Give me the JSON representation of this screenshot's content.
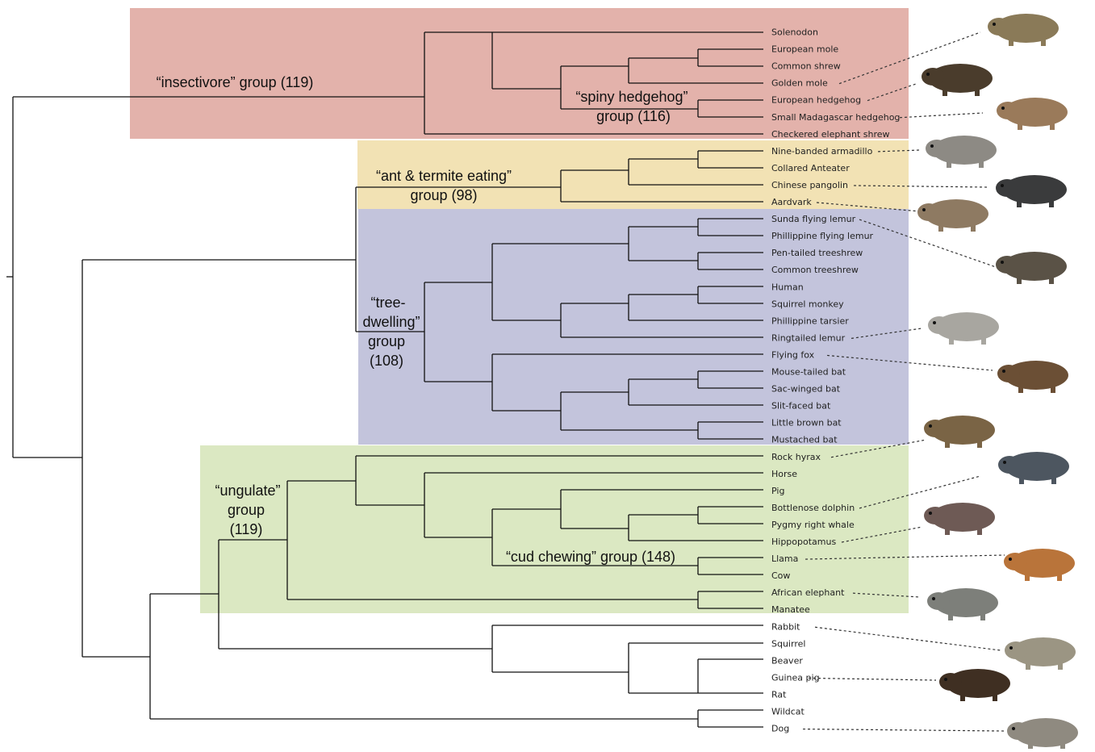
{
  "groups": [
    {
      "id": "insectivore",
      "color": "#e3b2ab",
      "label_lines": [
        "“insectivore” group (119)"
      ]
    },
    {
      "id": "ant_termite",
      "color": "#f2e2b4",
      "label_lines": [
        "“ant & termite eating”",
        "group (98)"
      ]
    },
    {
      "id": "tree",
      "color": "#c3c4dc",
      "label_lines": [
        "“tree-",
        "dwelling”",
        "group",
        "(108)"
      ]
    },
    {
      "id": "ungulate",
      "color": "#dbe8c2",
      "label_lines": [
        "“ungulate”",
        "group",
        "(119)"
      ]
    }
  ],
  "sublabels": [
    {
      "id": "spiny",
      "label_lines": [
        "“spiny hedgehog”",
        "group (116)"
      ]
    },
    {
      "id": "cud",
      "label_lines": [
        "“cud chewing” group (148)"
      ]
    }
  ],
  "taxa": [
    "Solenodon",
    "European mole",
    "Common shrew",
    "Golden mole",
    "European hedgehog",
    "Small Madagascar hedgehog",
    "Checkered elephant shrew",
    "Nine-banded armadillo",
    "Collared Anteater",
    "Chinese pangolin",
    "Aardvark",
    "Sunda flying lemur",
    "Phillippine flying lemur",
    "Pen-tailed treeshrew",
    "Common treeshrew",
    "Human",
    "Squirrel monkey",
    "Phillippine tarsier",
    "Ringtailed lemur",
    "Flying fox",
    "Mouse-tailed bat",
    "Sac-winged bat",
    "Slit-faced bat",
    "Little brown bat",
    "Mustached bat",
    "Rock hyrax",
    "Horse",
    "Pig",
    "Bottlenose dolphin",
    "Pygmy right whale",
    "Hippopotamus",
    "Llama",
    "Cow",
    "African elephant",
    "Manatee",
    "Rabbit",
    "Squirrel",
    "Beaver",
    "Guinea pig",
    "Rat",
    "Wildcat",
    "Dog"
  ],
  "illustrations": [
    {
      "taxon": "Golden mole",
      "icon": "golden-mole-icon",
      "color": "#8a7a58"
    },
    {
      "taxon": "European hedgehog",
      "icon": "hedgehog-icon",
      "color": "#4a3c2c"
    },
    {
      "taxon": "Small Madagascar hedgehog",
      "icon": "tenrec-icon",
      "color": "#9a7a5a"
    },
    {
      "taxon": "Nine-banded armadillo",
      "icon": "armadillo-icon",
      "color": "#8d8a84"
    },
    {
      "taxon": "Chinese pangolin",
      "icon": "pangolin-icon",
      "color": "#3a3b3c"
    },
    {
      "taxon": "Aardvark",
      "icon": "aardvark-icon",
      "color": "#8e7a62"
    },
    {
      "taxon": "Sunda flying lemur",
      "icon": "flying-lemur-icon",
      "color": "#5a5246"
    },
    {
      "taxon": "Ringtailed lemur",
      "icon": "ringtailed-lemur-icon",
      "color": "#a8a6a0"
    },
    {
      "taxon": "Flying fox",
      "icon": "flying-fox-icon",
      "color": "#6b4f35"
    },
    {
      "taxon": "Rock hyrax",
      "icon": "rock-hyrax-icon",
      "color": "#7a6445"
    },
    {
      "taxon": "Bottlenose dolphin",
      "icon": "whale-icon",
      "color": "#4d5660"
    },
    {
      "taxon": "Hippopotamus",
      "icon": "hippopotamus-icon",
      "color": "#6e5a55"
    },
    {
      "taxon": "Llama",
      "icon": "llama-icon",
      "color": "#b9743a"
    },
    {
      "taxon": "African elephant",
      "icon": "elephant-icon",
      "color": "#7d7f7a"
    },
    {
      "taxon": "Rabbit",
      "icon": "rabbit-icon",
      "color": "#9b9583"
    },
    {
      "taxon": "Guinea pig",
      "icon": "beaver-icon",
      "color": "#3f2f22"
    },
    {
      "taxon": "Dog",
      "icon": "dog-icon",
      "color": "#8f8a80"
    }
  ]
}
